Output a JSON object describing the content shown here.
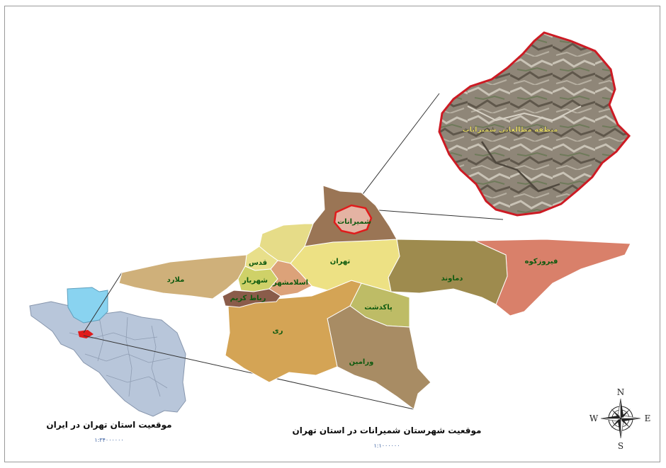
{
  "colors": {
    "frame": "#9a9a9a",
    "highlight": "#e01b1b",
    "label_text": "#0f5a0f",
    "study_inset_border": "#cc1b24",
    "tehran_province": "#89d3f0",
    "iran_map": "#b8c6da"
  },
  "study_area": {
    "label": "منطقه مطالعاتی شمیرانات"
  },
  "counties": [
    {
      "id": "shemiranat",
      "name": "شمیرانات",
      "color": "#e4b3a3"
    },
    {
      "id": "shemiranat_north",
      "name": "",
      "color": "#9a7555"
    },
    {
      "id": "tehran",
      "name": "تهران",
      "color": "#ede184"
    },
    {
      "id": "qods",
      "name": "قدس",
      "color": "#e8df8a"
    },
    {
      "id": "shahriar",
      "name": "شهریار",
      "color": "#cfd168"
    },
    {
      "id": "eslamshahr",
      "name": "اسلامشهر",
      "color": "#dca279"
    },
    {
      "id": "robat_karim",
      "name": "رباط کریم",
      "color": "#8a5c4a"
    },
    {
      "id": "malard",
      "name": "ملارد",
      "color": "#cfb07a"
    },
    {
      "id": "rey",
      "name": "ری",
      "color": "#d4a455"
    },
    {
      "id": "pakdasht",
      "name": "پاکدشت",
      "color": "#bebc66"
    },
    {
      "id": "varamin",
      "name": "ورامین",
      "color": "#a88c64"
    },
    {
      "id": "damavand",
      "name": "دماوند",
      "color": "#9e8b4e"
    },
    {
      "id": "firuzkuh",
      "name": "فیروزکوه",
      "color": "#d9806a"
    }
  ],
  "iran_inset": {
    "title": "موقعیت استان تهران در ایران",
    "scale": "۱:۳۴۰۰۰۰۰۰"
  },
  "province_map": {
    "title": "موقعیت شهرستان شمیرانات در استان تهران",
    "scale": "۱:۱۰۰۰۰۰۰"
  },
  "compass": {
    "icon": "compass-rose-icon",
    "n": "N",
    "s": "S",
    "e": "E",
    "w": "W"
  }
}
